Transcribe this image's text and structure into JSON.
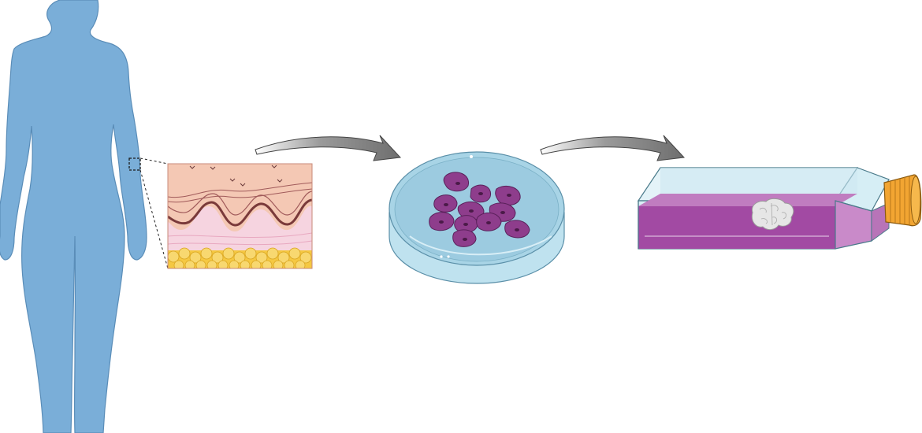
{
  "diagram": {
    "stages": [
      {
        "id": "donor",
        "icon": "human-silhouette-icon"
      },
      {
        "id": "skin-biopsy",
        "icon": "skin-cross-section-icon"
      },
      {
        "id": "cell-culture",
        "icon": "petri-dish-icon"
      },
      {
        "id": "organoid-flask",
        "icon": "culture-flask-brain-icon"
      }
    ],
    "arrows": 2
  },
  "colors": {
    "body": "#7aaed8",
    "body_outline": "#5a8db8",
    "epidermis": "#f4c8b4",
    "dermis": "#f6d4e0",
    "fat": "#f5c842",
    "dish_fill": "#a8d4e6",
    "dish_rim": "#c9e6f2",
    "cells": "#8e3d8c",
    "cell_nucleus": "#4a1a48",
    "medium": "#a24aa3",
    "cap": "#f2a532",
    "arrow": "#7a7a7a"
  }
}
